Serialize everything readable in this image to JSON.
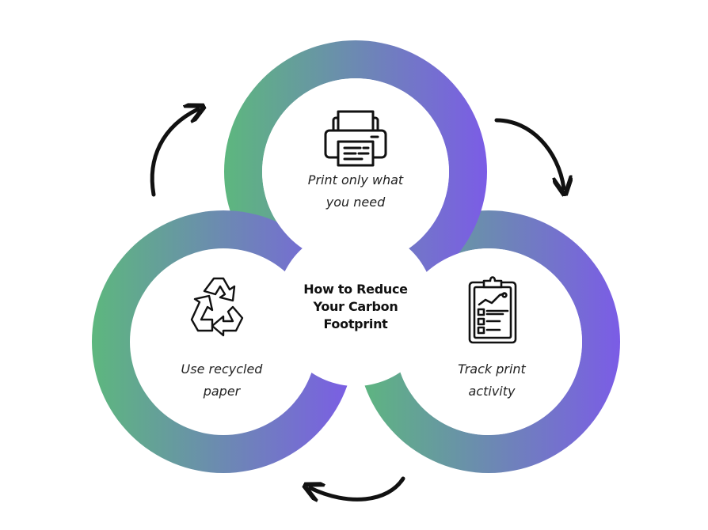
{
  "diagram": {
    "title_lines": [
      "How to Reduce",
      "Your Carbon",
      "Footprint"
    ],
    "nodes": [
      {
        "id": "print",
        "icon": "printer-icon",
        "lines": [
          "Print only what",
          "you need"
        ]
      },
      {
        "id": "recycle",
        "icon": "recycle-icon",
        "lines": [
          "Use recycled",
          "paper"
        ]
      },
      {
        "id": "track",
        "icon": "clipboard-chart-icon",
        "lines": [
          "Track print",
          "activity"
        ]
      }
    ],
    "flow_direction": "clockwise",
    "colors": {
      "gradient_start": "#5DB77E",
      "gradient_end": "#7B5CE6",
      "arrow": "#111111",
      "text": "#222222",
      "background": "#FFFFFF"
    }
  }
}
